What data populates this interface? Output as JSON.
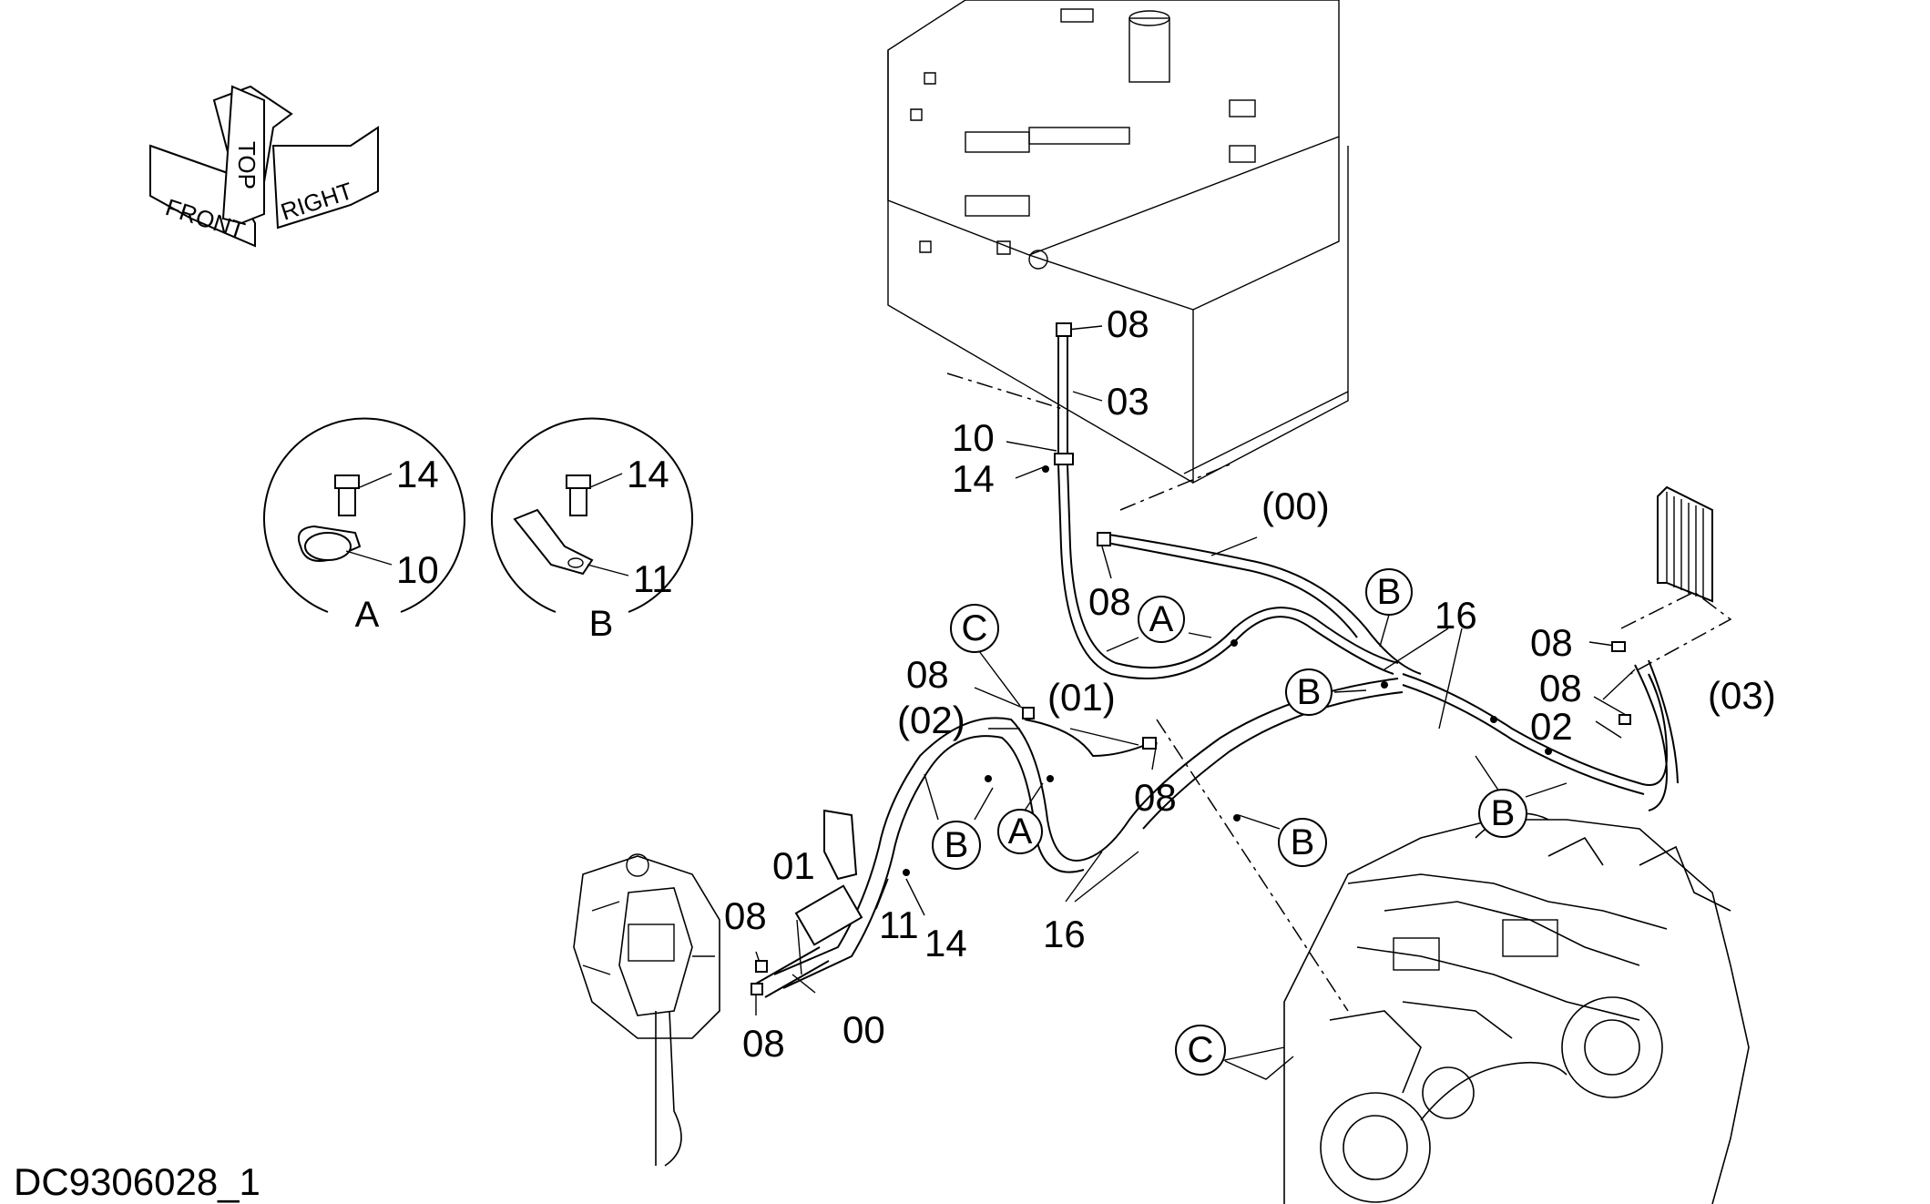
{
  "drawing_id": "DC9306028_1",
  "orientation": {
    "front": "FRONT",
    "top": "TOP",
    "right": "RIGHT"
  },
  "details": [
    {
      "letter": "A",
      "callouts": [
        "14",
        "10"
      ]
    },
    {
      "letter": "B",
      "callouts": [
        "14",
        "11"
      ]
    }
  ],
  "callouts": {
    "c08_tank": "08",
    "c03_tank": "03",
    "c10_tank": "10",
    "c14_tank": "14",
    "c00_paren": "(00)",
    "c08_mid": "08",
    "c16_top": "16",
    "c08_cooler": "08",
    "c08_cooler2": "08",
    "c03_paren": "(03)",
    "c02_cooler": "02",
    "c08_c": "08",
    "c02_paren": "(02)",
    "c01_paren": "(01)",
    "c08_right": "08",
    "c01": "01",
    "c08_pump": "08",
    "c11": "11",
    "c14_pump": "14",
    "c08_pump2": "08",
    "c00": "00",
    "c16_bottom": "16"
  },
  "circle_refs": {
    "a_upper": "A",
    "b_upper": "B",
    "b_left": "B",
    "c_top": "C",
    "b_lower_left": "B",
    "a_lower": "A",
    "b_lower": "B",
    "b_right": "B",
    "c_engine": "C"
  }
}
